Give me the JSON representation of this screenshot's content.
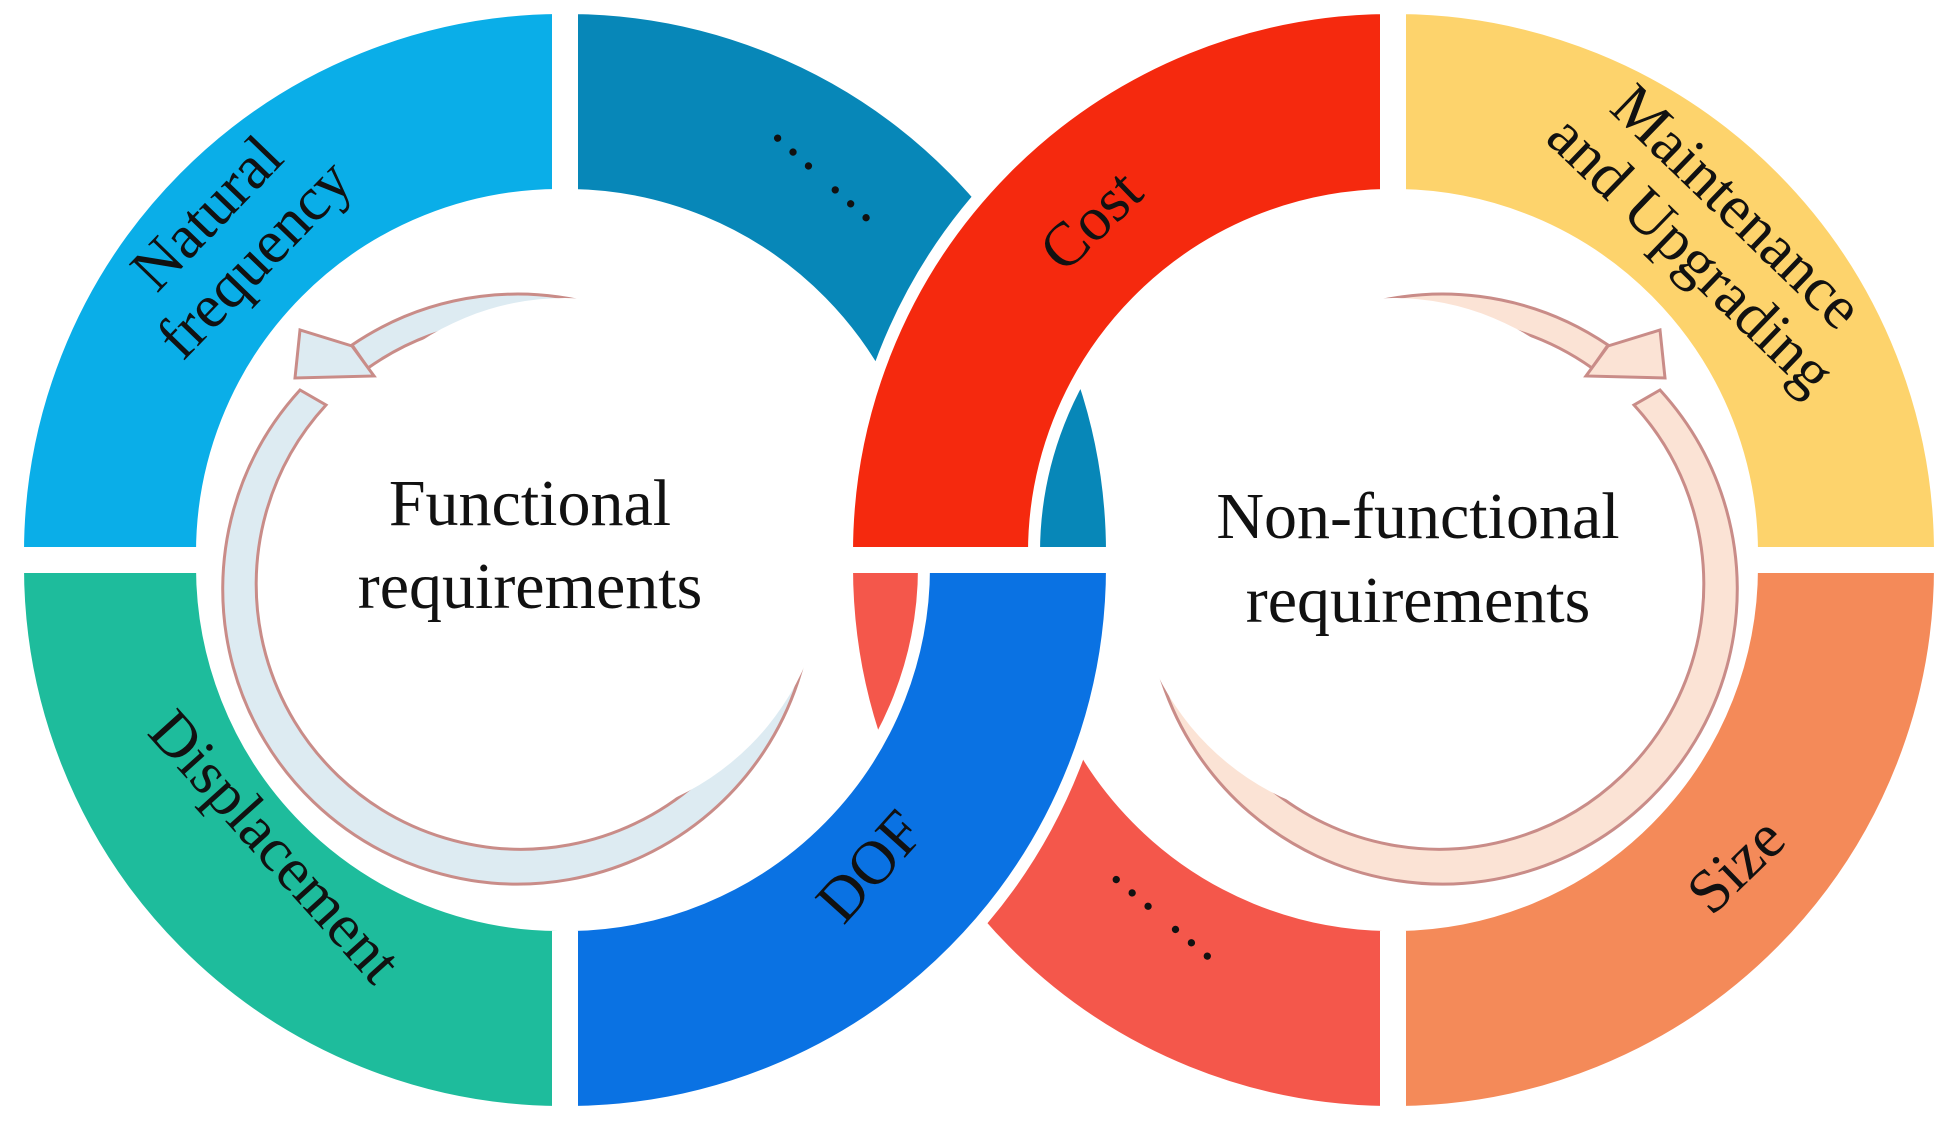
{
  "left_ring": {
    "center": [
      "Functional",
      "requirements"
    ],
    "segments": {
      "top_left": "Natural frequency",
      "top_right": "… …",
      "bottom_left": "Displacement",
      "bottom_right": "DOF"
    }
  },
  "right_ring": {
    "center": [
      "Non-functional",
      "requirements"
    ],
    "segments": {
      "top_left": "Cost",
      "top_right": "Maintenance and Upgrading",
      "bottom_left": "… …",
      "bottom_right": "Size"
    }
  },
  "colors": {
    "natural_frequency": "#0AAEE8",
    "left_ellipsis": "#0787B8",
    "displacement": "#1EBC9C",
    "dof": "#0A72E3",
    "cost": "#F5290E",
    "maintenance": "#FDD36C",
    "right_ellipsis": "#F4574B",
    "size": "#F48A59",
    "left_inner_arrow": "#DDEBF2",
    "right_inner_arrow": "#FBE3D5",
    "arrow_outline": "#C98C88"
  }
}
